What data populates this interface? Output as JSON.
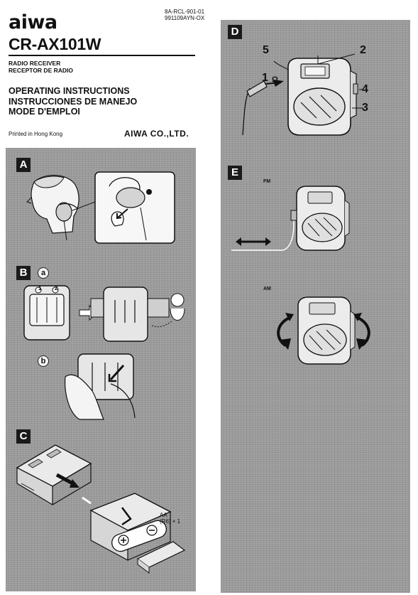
{
  "header": {
    "doc_code": "8A-RCL-901-01",
    "doc_date_code": "991109AYN-OX",
    "brand_logo": "aiwa",
    "model": "CR-AX101W",
    "subtitle_lines": [
      "RADIO RECEIVER",
      "RECEPTOR DE RADIO"
    ],
    "instruction_lines": [
      "OPERATING INSTRUCTIONS",
      "INSTRUCCIONES DE MANEJO",
      "MODE D'EMPLOI"
    ],
    "printed_in": "Printed in Hong Kong",
    "company": "AIWA CO.,LTD."
  },
  "sections": {
    "a": {
      "label": "A"
    },
    "b": {
      "label": "B",
      "step_a": "a",
      "step_b": "b",
      "clip_num_1": "1",
      "clip_num_2": "2"
    },
    "c": {
      "label": "C",
      "battery_type": "AA",
      "battery_spec": "(R6) × 1"
    },
    "d": {
      "label": "D",
      "callouts": [
        "1",
        "2",
        "3",
        "4",
        "5"
      ],
      "headphone_symbol": "Ω"
    },
    "e": {
      "label": "E",
      "fm": "FM",
      "am": "AM"
    }
  },
  "colors": {
    "panel_gray": "#9a9a9a",
    "label_black": "#1a1a1a",
    "paper": "#ffffff"
  }
}
